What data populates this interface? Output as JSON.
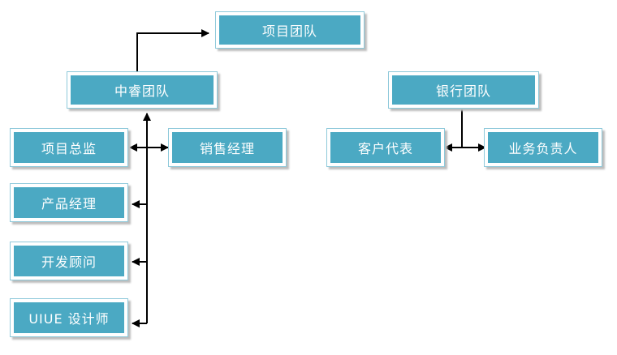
{
  "nodes": {
    "project_team": "项目团队",
    "zhongrui_team": "中睿团队",
    "bank_team": "银行团队",
    "project_director": "项目总监",
    "sales_manager": "销售经理",
    "product_manager": "产品经理",
    "dev_consultant": "开发顾问",
    "ui_designer": "UIUE 设计师",
    "client_rep": "客户代表",
    "business_lead": "业务负责人"
  },
  "colors": {
    "node_fill": "#4ba9c3",
    "node_border": "#8ec9da",
    "connector": "#000000"
  }
}
